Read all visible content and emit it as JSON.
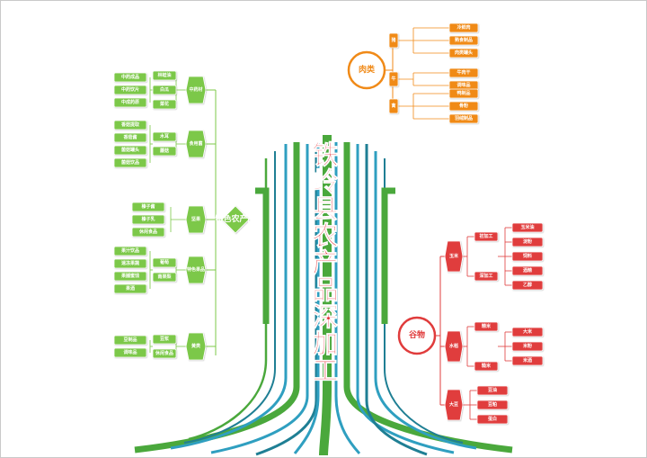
{
  "title": "铁岭县农产品深加工",
  "colors": {
    "title": "#e3262d",
    "trunk_green": "#4aa83c",
    "trunk_cyan": "#2f9fc0",
    "trunk_teal": "#1f7f94",
    "plant": "#7cc84a",
    "meat": "#f08a18",
    "grain": "#e03c3c"
  },
  "branches": {
    "plant": {
      "hub": "特色农产品",
      "groups": [
        {
          "label": "中药材",
          "items": [
            "中药成品",
            "中药饮片",
            "中成药原"
          ],
          "subs": [
            "林蛙油",
            "白瓜",
            "菜花"
          ]
        },
        {
          "label": "食用菌",
          "items": [
            "香菇提取",
            "香菇酱",
            "菌菇罐头",
            "菌菇饮品"
          ],
          "subs": [
            "木耳",
            "蘑菇"
          ]
        },
        {
          "label": "坚果",
          "items": [
            "榛子酱",
            "榛子乳",
            "休闲食品"
          ],
          "subs": []
        },
        {
          "label": "特色果品",
          "items": [
            "果汁饮品",
            "速冻果蔬",
            "果脯蜜饯",
            "果酒"
          ],
          "subs": [
            "葡萄",
            "南果梨"
          ]
        },
        {
          "label": "黄类",
          "items": [
            "豆制品",
            "调味品"
          ],
          "subs": [
            "豆浆",
            "休闲食品"
          ]
        }
      ]
    },
    "meat": {
      "hub": "肉类",
      "groups": [
        {
          "label": "猪",
          "items": [
            "冷鲜肉",
            "熟食制品",
            "肉类罐头"
          ],
          "subs": []
        },
        {
          "label": "牛",
          "items": [
            "牛肉干",
            "调味品"
          ],
          "subs": []
        },
        {
          "label": "禽",
          "items": [
            "鸭制品",
            "骨粉",
            "羽绒制品"
          ],
          "subs": []
        }
      ]
    },
    "grain": {
      "hub": "谷物",
      "groups": [
        {
          "label": "玉米",
          "items": [
            "玉米油",
            "淀粉",
            "饲料",
            "酒精",
            "乙醇"
          ],
          "subs": [
            "初加工",
            "深加工"
          ]
        },
        {
          "label": "水稻",
          "items": [
            "大米",
            "米粉",
            "米酒"
          ],
          "subs": [
            "精米",
            "糙米"
          ]
        },
        {
          "label": "大豆",
          "items": [
            "豆油",
            "豆粕",
            "蛋白"
          ],
          "subs": []
        }
      ]
    }
  }
}
